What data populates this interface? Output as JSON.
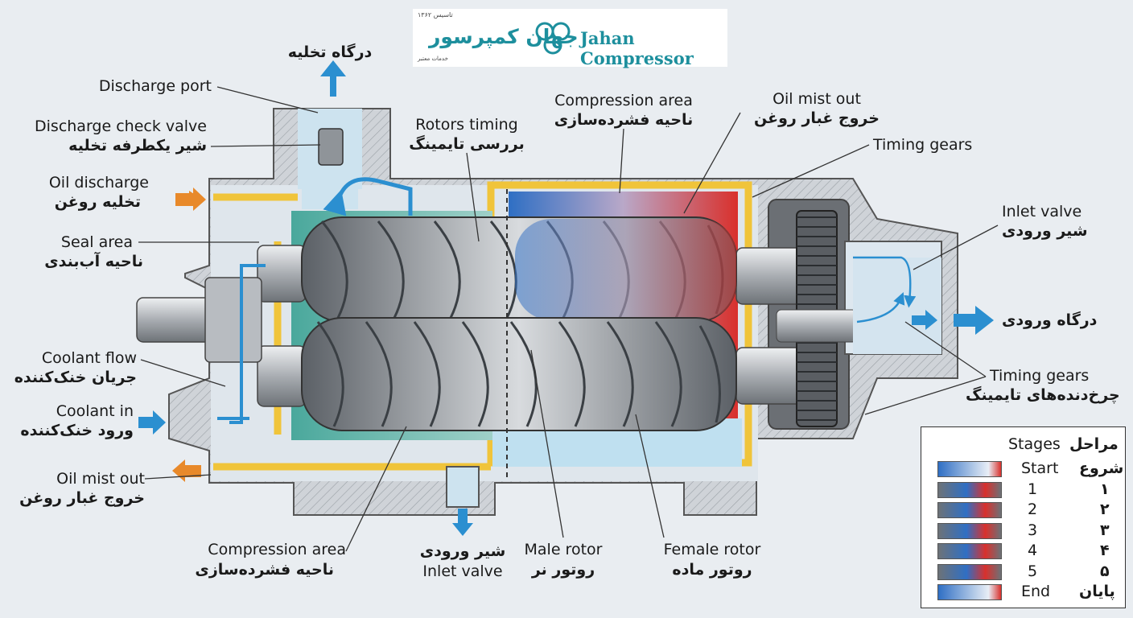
{
  "brand": {
    "name_fa": "جهان کمپرسور",
    "name_en": "Jahan Compressor",
    "since": "تاسیس ۱۳۶۲",
    "tagline": "خدمات معتبر",
    "logo_color": "#1d8f9d"
  },
  "labels": {
    "discharge_title_fa": "درگاه تخلیه",
    "discharge_port": "Discharge port",
    "check_valve_en": "Discharge check valve",
    "check_valve_fa": "شیر یکطرفه تخلیه",
    "oil_discharge_en": "Oil discharge",
    "oil_discharge_fa": "تخلیه روغن",
    "seal_area_en": "Seal area",
    "seal_area_fa": "ناحیه آب‌بندی",
    "coolant_flow_en": "Coolant flow",
    "coolant_flow_fa": "جریان خنک‌کننده",
    "coolant_in_en": "Coolant in",
    "coolant_in_fa": "ورود خنک‌کننده",
    "oil_mist_left_en": "Oil mist out",
    "oil_mist_left_fa": "خروج غبار روغن",
    "rotors_timing_en": "Rotors timing",
    "rotors_timing_fa": "بررسی تایمینگ",
    "compression_top_en": "Compression area",
    "compression_top_fa": "ناحیه فشرده‌سازی",
    "oil_mist_top_en": "Oil mist out",
    "oil_mist_top_fa": "خروج غبار روغن",
    "timing_gears_top": "Timing gears",
    "inlet_valve_en": "Inlet valve",
    "inlet_valve_fa": "شیر ورودی",
    "inlet_port_fa": "درگاه ورودی",
    "timing_gears_en": "Timing gears",
    "timing_gears_fa": "چرخ‌دنده‌های تایمینگ",
    "compression_bottom_en": "Compression area",
    "compression_bottom_fa": "ناحیه فشرده‌سازی",
    "inlet_valve_bottom_fa": "شیر ورودی",
    "inlet_valve_bottom_en": "Inlet valve",
    "male_rotor_en": "Male rotor",
    "male_rotor_fa": "روتور نر",
    "female_rotor_en": "Female rotor",
    "female_rotor_fa": "روتور ماده"
  },
  "legend": {
    "title_en": "Stages",
    "title_fa": "مراحل",
    "rows": [
      {
        "en": "Start",
        "fa": "شروع"
      },
      {
        "en": "1",
        "fa": "۱"
      },
      {
        "en": "2",
        "fa": "۲"
      },
      {
        "en": "3",
        "fa": "۳"
      },
      {
        "en": "4",
        "fa": "۴"
      },
      {
        "en": "5",
        "fa": "۵"
      },
      {
        "en": "End",
        "fa": "پایان"
      }
    ]
  },
  "colors": {
    "background": "#e9edf1",
    "housing": "#c9ced4",
    "oil": "#f0c43a",
    "coolant": "#2b8fd0",
    "hot": "#d9302c",
    "cold": "#2f6fc4",
    "arrow_orange": "#e8892a"
  }
}
